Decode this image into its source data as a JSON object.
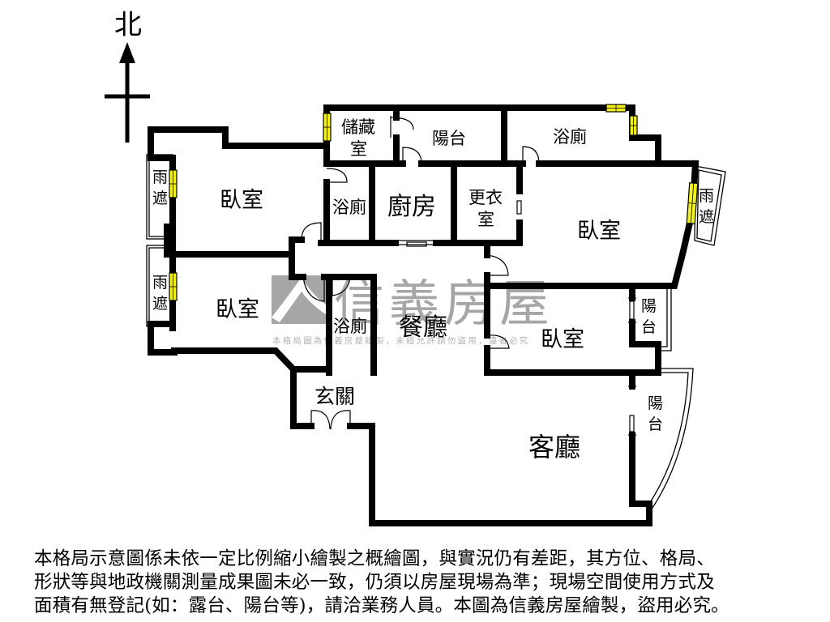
{
  "compass": {
    "label": "北",
    "icon": "north-arrow-icon"
  },
  "watermark": {
    "brand": "信義房屋",
    "notice": "本格局圖為信義房屋繪製，未經允許請勿盜用，違者必究",
    "color": "#a6a6a6"
  },
  "rooms": {
    "storage": "儲藏室",
    "storage_l1": "儲藏",
    "storage_l2": "室",
    "balcony_north": "陽台",
    "bath_northeast": "浴廁",
    "bath_center_top": "浴廁",
    "kitchen": "廚房",
    "walkin_closet_l1": "更衣",
    "walkin_closet_l2": "室",
    "bedroom_nw": "臥室",
    "bedroom_w": "臥室",
    "bedroom_ne": "臥室",
    "bedroom_e": "臥室",
    "bath_center": "浴廁",
    "dining": "餐廳",
    "foyer": "玄關",
    "living": "客廳",
    "rain_shelter_1_l1": "雨",
    "rain_shelter_1_l2": "遮",
    "rain_shelter_2_l1": "雨",
    "rain_shelter_2_l2": "遮",
    "rain_shelter_3_l1": "雨",
    "rain_shelter_3_l2": "遮",
    "balcony_e1_l1": "陽",
    "balcony_e1_l2": "台",
    "balcony_e2_l1": "陽",
    "balcony_e2_l2": "台"
  },
  "colors": {
    "wall": "#000000",
    "window": "#f2f01c",
    "background": "#ffffff"
  },
  "disclaimer": {
    "lines": [
      "本格局示意圖係未依一定比例縮小繪製之概繪圖，與實況仍有差距，其方位、格局、",
      "形狀等與地政機關測量成果圖未必一致，仍須以房屋現場為準；現場空間使用方式及",
      "面積有無登記(如：露台、陽台等)，請洽業務人員。本圖為信義房屋繪製，盜用必究。"
    ]
  }
}
